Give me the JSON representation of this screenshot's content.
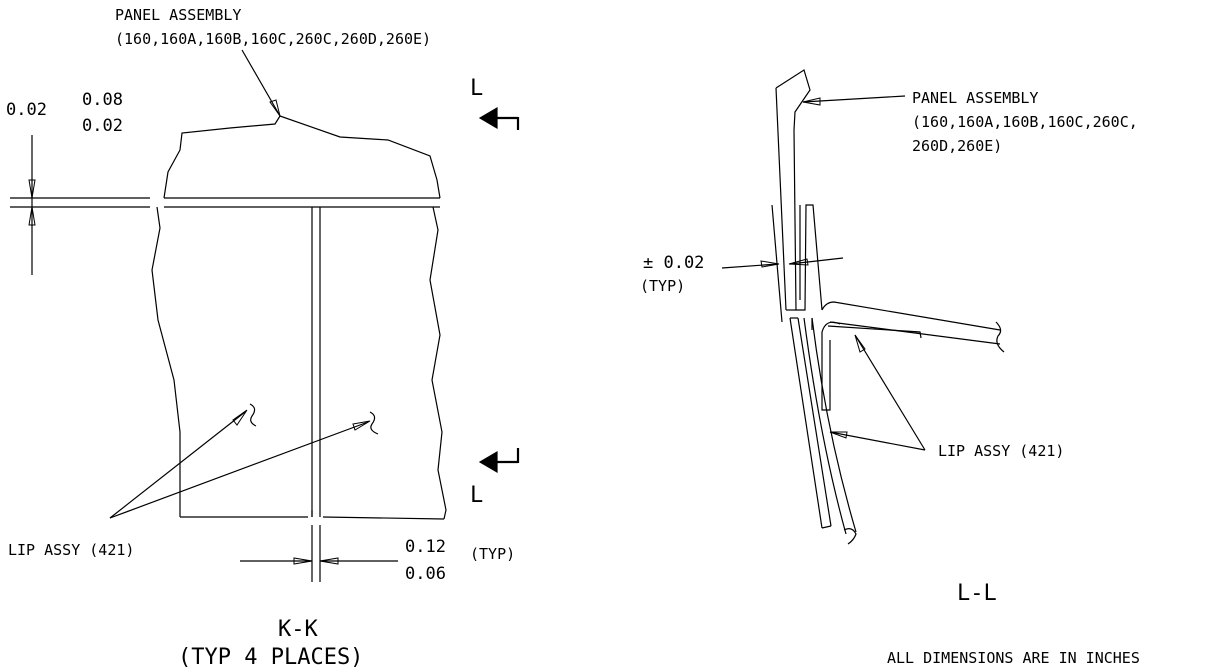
{
  "section_kk": {
    "panel_label_line1": "PANEL ASSEMBLY",
    "panel_label_line2": "(160,160A,160B,160C,260C,260D,260E)",
    "dim_left_value": "0.02",
    "dim_tol_upper": "0.08",
    "dim_tol_lower": "0.02",
    "section_marker_top": "L",
    "section_marker_bottom": "L",
    "lip_label": "LIP ASSY (421)",
    "gap_tol_upper": "0.12",
    "gap_tol_lower": "0.06",
    "gap_typ": "(TYP)",
    "title": "K-K",
    "subtitle": "(TYP 4 PLACES)"
  },
  "section_ll": {
    "panel_label_line1": "PANEL ASSEMBLY",
    "panel_label_line2": "(160,160A,160B,160C,260C,",
    "panel_label_line3": "260D,260E)",
    "tol_value": "± 0.02",
    "tol_typ": "(TYP)",
    "lip_label": "LIP ASSY (421)",
    "title": "L-L"
  },
  "note": "ALL DIMENSIONS ARE IN INCHES"
}
